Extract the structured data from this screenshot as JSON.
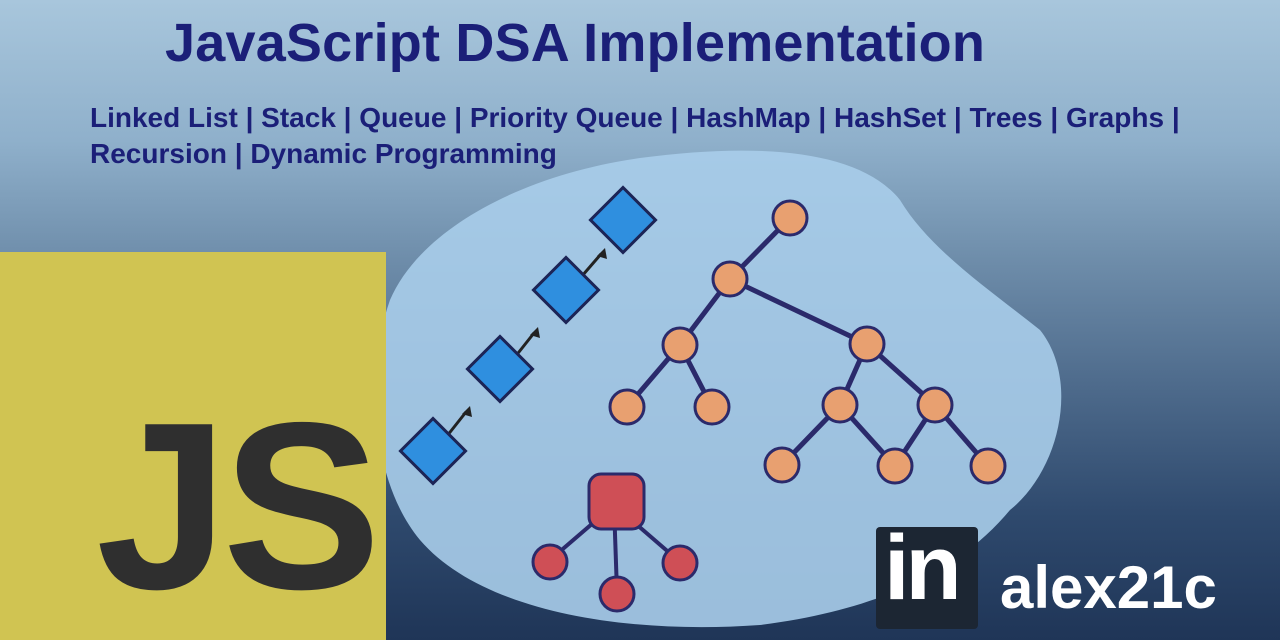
{
  "header": {
    "title": "JavaScript DSA Implementation",
    "topics_line1": "Linked List | Stack | Queue | Priority Queue | HashMap | HashSet | Trees | Graphs |",
    "topics_line2": "Recursion | Dynamic Programming"
  },
  "logo": {
    "text": "JS"
  },
  "profile": {
    "network_icon_text": "in",
    "username": "alex21c"
  },
  "colors": {
    "title": "#1b1f78",
    "js_yellow": "#d0c452",
    "node_orange": "#e8a070",
    "node_blue": "#2f8fdf",
    "node_red": "#cf4f56",
    "edge": "#2b2a6b"
  }
}
